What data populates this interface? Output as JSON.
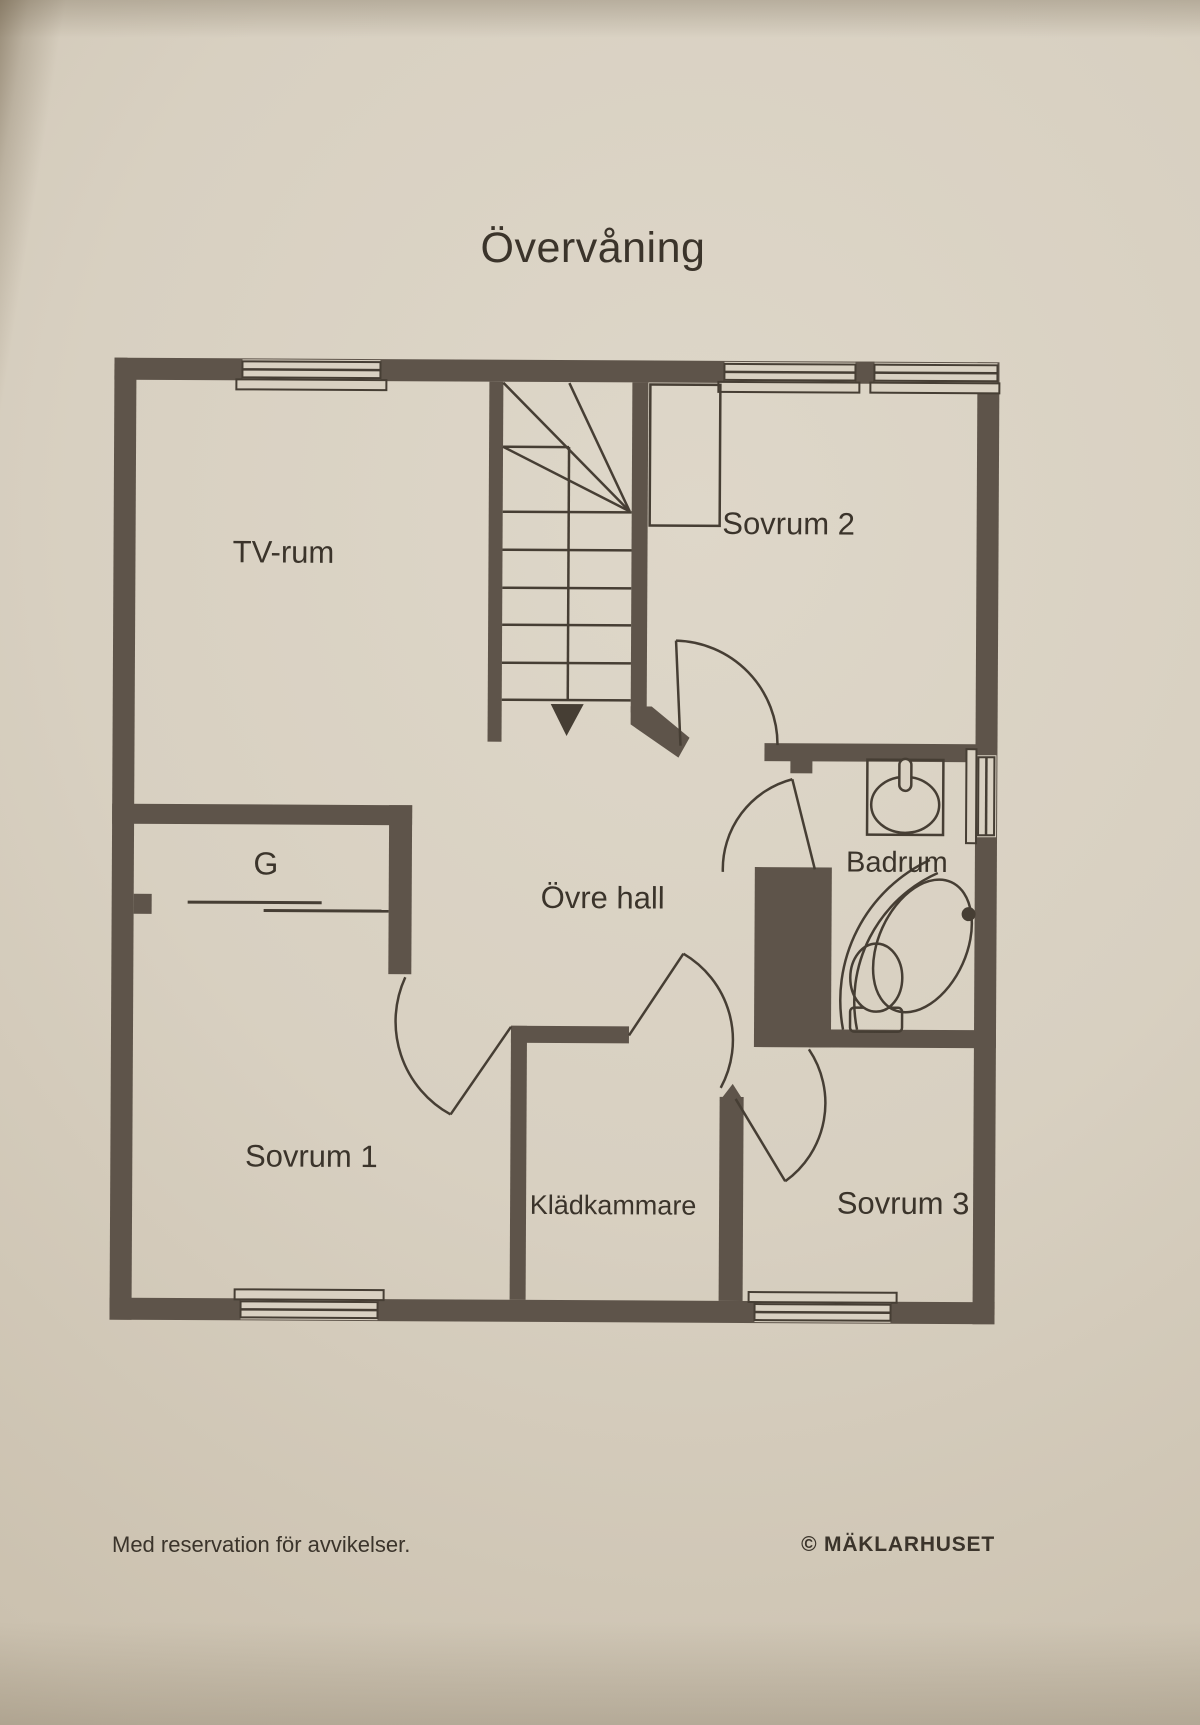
{
  "title": "Övervåning",
  "rooms": {
    "tv_rum": {
      "label": "TV-rum"
    },
    "sovrum_2": {
      "label": "Sovrum 2"
    },
    "garderob": {
      "label": "G"
    },
    "ovre_hall": {
      "label": "Övre hall"
    },
    "badrum": {
      "label": "Badrum"
    },
    "sovrum_1": {
      "label": "Sovrum 1"
    },
    "kladkammare": {
      "label": "Klädkammare"
    },
    "sovrum_3": {
      "label": "Sovrum 3"
    }
  },
  "fixtures": [
    "staircase-down-arrow",
    "sink",
    "toilet",
    "corner-bathtub",
    "sliding-door-wardrobe"
  ],
  "footer": {
    "disclaimer": "Med reservation för avvikelser.",
    "copyright": "© MÄKLARHUSET"
  },
  "colors": {
    "paper": "#d9d1c2",
    "wall": "#5e544a",
    "line": "#463e34",
    "text": "#3b342b"
  }
}
